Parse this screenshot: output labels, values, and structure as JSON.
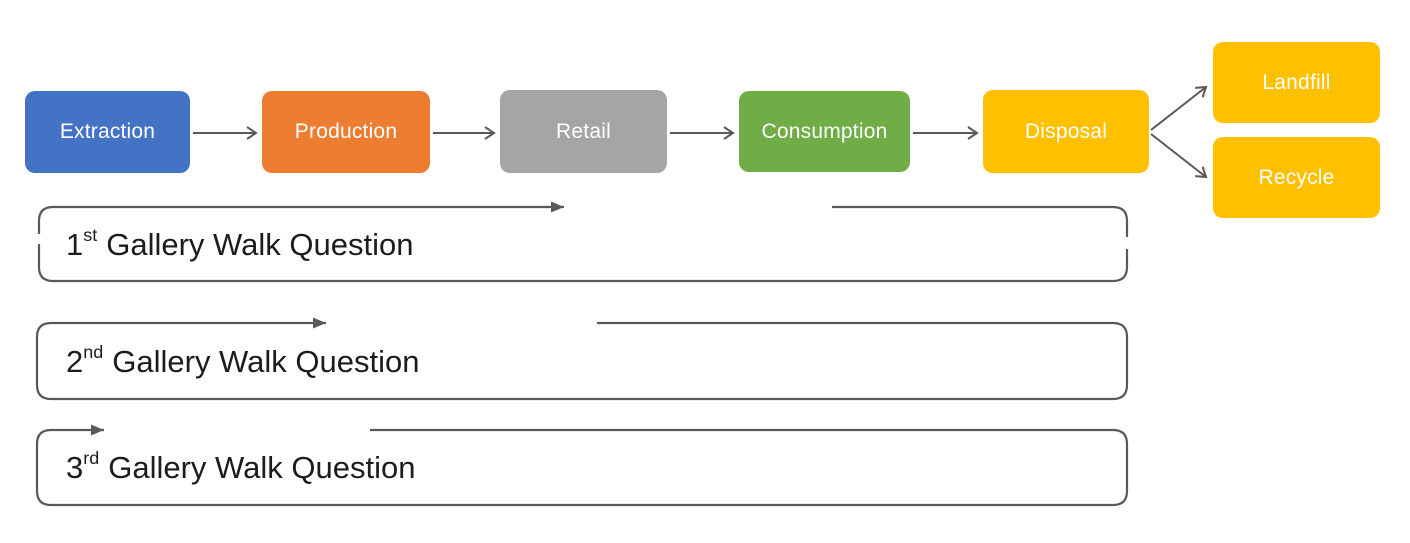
{
  "diagram": {
    "stages": [
      {
        "label": "Extraction",
        "color": "#4472C4"
      },
      {
        "label": "Production",
        "color": "#ED7D31"
      },
      {
        "label": "Retail",
        "color": "#A5A5A5"
      },
      {
        "label": "Consumption",
        "color": "#70AD47"
      },
      {
        "label": "Disposal",
        "color": "#FFC000"
      }
    ],
    "outcomes": [
      {
        "label": "Landfill",
        "color": "#FFC000"
      },
      {
        "label": "Recycle",
        "color": "#FFC000"
      }
    ],
    "questions": [
      {
        "number": "1",
        "ordinal": "st",
        "label": "Gallery Walk Question"
      },
      {
        "number": "2",
        "ordinal": "nd",
        "label": "Gallery Walk Question"
      },
      {
        "number": "3",
        "ordinal": "rd",
        "label": "Gallery Walk Question"
      }
    ],
    "colors": {
      "arrow": "#595959",
      "text": "#1c1c1c",
      "stage_text": "#ffffff",
      "background": "#ffffff"
    }
  }
}
